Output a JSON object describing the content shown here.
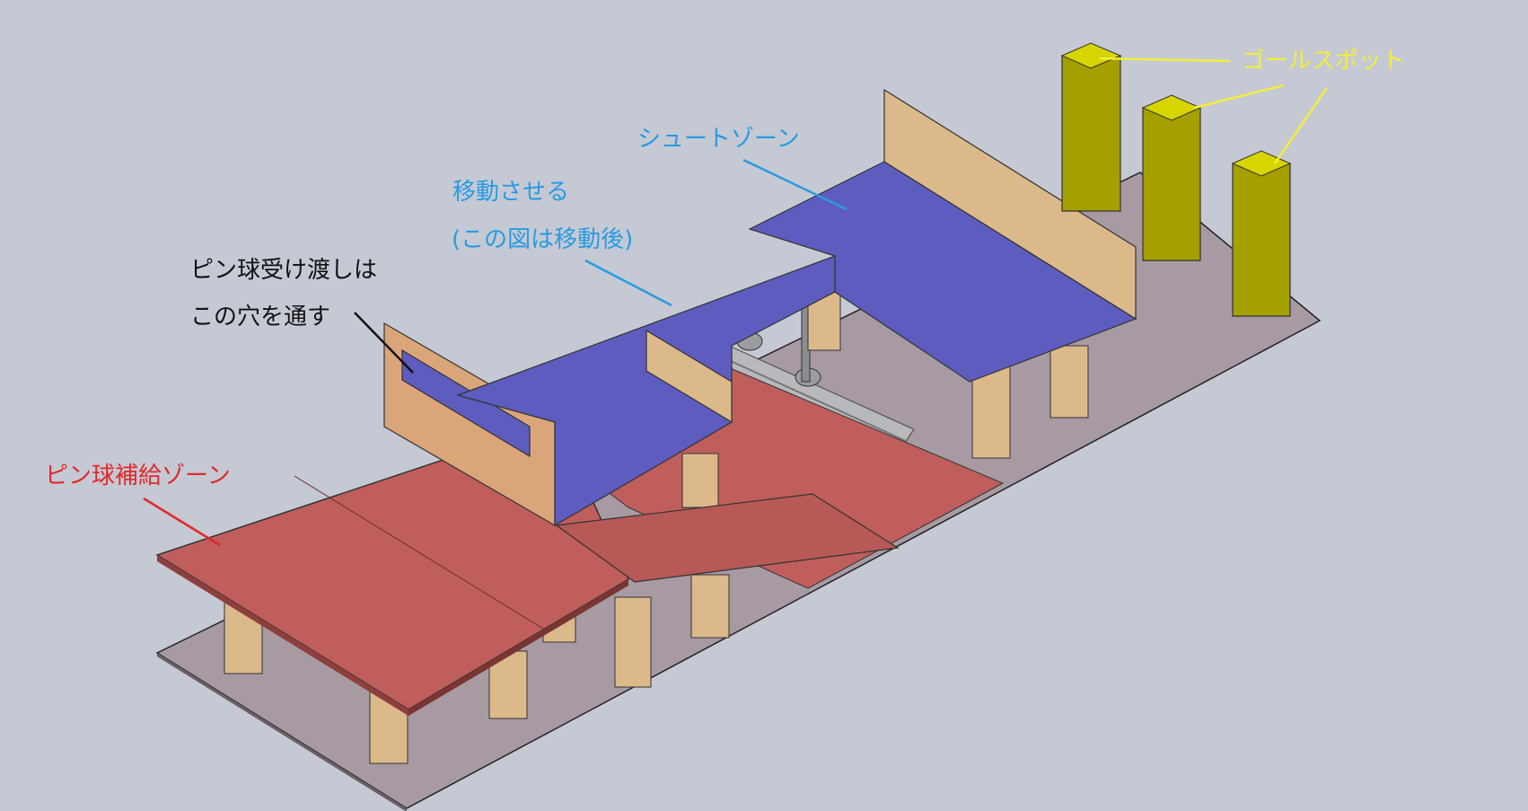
{
  "labels": {
    "goal_spot": "ゴールスポット",
    "shoot_zone": "シュートゾーン",
    "movable_line1": "移動させる",
    "movable_line2": "(この図は移動後)",
    "pin_pass_line1": "ピン球受け渡しは",
    "pin_pass_line2": "この穴を通す",
    "pin_supply_zone": "ピン球補給ゾーン"
  },
  "colors": {
    "background": "#c5c9d4",
    "base_plate": "#a79aa3",
    "red_zone": "#bf5e5c",
    "blue_zone": "#5e5cbf",
    "wood": "#dcb98a",
    "goal": "#a3a000",
    "goal_label": "#f3ee3a",
    "shoot_label": "#2a9be0",
    "pin_pass_label": "#111111",
    "supply_label": "#e02a2a"
  }
}
